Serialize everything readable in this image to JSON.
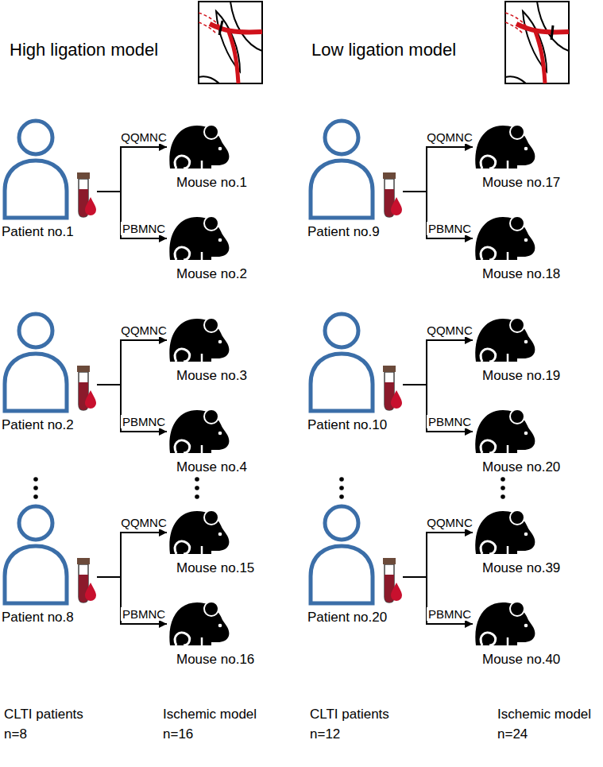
{
  "diagram": {
    "nodes": [
      {
        "text": [
          "Patient no.1"
        ]
      },
      {
        "text": [
          "Mouse no.1"
        ]
      },
      {
        "text": [
          "Mouse no.2"
        ]
      },
      {
        "text": [
          "Patient no.9"
        ]
      },
      {
        "text": [
          "Mouse no.17"
        ]
      },
      {
        "text": [
          "Mouse no.18"
        ]
      },
      {
        "text": [
          "Patient no.2"
        ]
      },
      {
        "text": [
          "Mouse no.3"
        ]
      },
      {
        "text": [
          "Mouse no.4"
        ]
      },
      {
        "text": [
          "Patient no.10"
        ]
      },
      {
        "text": [
          "Mouse no.19"
        ]
      },
      {
        "text": [
          "Mouse no.20"
        ]
      },
      {
        "text": [
          "Patient no.8"
        ]
      },
      {
        "text": [
          "Mouse no.15"
        ]
      },
      {
        "text": [
          "Mouse no.16"
        ]
      },
      {
        "text": [
          "Patient no.20"
        ]
      },
      {
        "text": [
          "Mouse no.39"
        ]
      },
      {
        "text": [
          "Mouse no.40"
        ]
      }
    ],
    "edges": [
      {
        "from": 0,
        "to": 1,
        "label": "QQMNC",
        "arrow": "to"
      },
      {
        "from": 0,
        "to": 2,
        "label": "PBMNC",
        "arrow": "to"
      },
      {
        "from": 3,
        "to": 4,
        "label": "QQMNC",
        "arrow": "to"
      },
      {
        "from": 3,
        "to": 5,
        "label": "PBMNC",
        "arrow": "to"
      },
      {
        "from": 6,
        "to": 7,
        "label": "QQMNC",
        "arrow": "to"
      },
      {
        "from": 6,
        "to": 8,
        "label": "PBMNC",
        "arrow": "to"
      },
      {
        "from": 9,
        "to": 10,
        "label": "QQMNC",
        "arrow": "to"
      },
      {
        "from": 9,
        "to": 11,
        "label": "PBMNC",
        "arrow": "to"
      },
      {
        "from": 12,
        "to": 13,
        "label": "QQMNC",
        "arrow": "to"
      },
      {
        "from": 12,
        "to": 14,
        "label": "PBMNC",
        "arrow": "to"
      },
      {
        "from": 15,
        "to": 16,
        "label": "QQMNC",
        "arrow": "to"
      },
      {
        "from": 15,
        "to": 17,
        "label": "PBMNC",
        "arrow": "to"
      }
    ],
    "labels": [
      "High ligation model",
      "Low ligation model",
      "CLTI patients n=8",
      "Ischemic model n=16",
      "CLTI patients n=12",
      "Ischemic model n=24"
    ]
  }
}
